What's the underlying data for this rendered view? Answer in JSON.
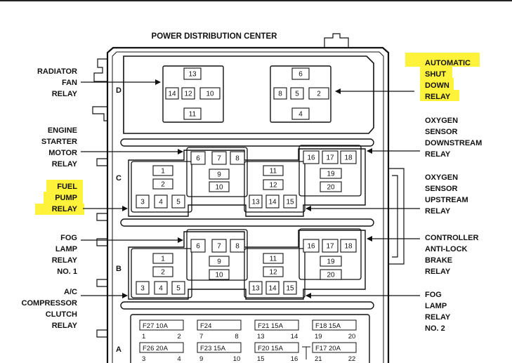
{
  "title": "POWER DISTRIBUTION CENTER",
  "row_letters": {
    "d": "D",
    "c": "C",
    "b": "B",
    "a": "A"
  },
  "labels": {
    "radiator_fan_relay": "RADIATOR\nFAN\nRELAY",
    "engine_starter_motor_relay": "ENGINE\nSTARTER\nMOTOR\nRELAY",
    "fuel_pump_relay": "FUEL\nPUMP\nRELAY",
    "fog_lamp_relay_no1": "FOG\nLAMP\nRELAY\nNO. 1",
    "ac_compressor_clutch_relay": "A/C\nCOMPRESSOR\nCLUTCH\nRELAY",
    "automatic_shut_down_relay": "AUTOMATIC\nSHUT\nDOWN\nRELAY",
    "oxygen_sensor_downstream_relay": "OXYGEN\nSENSOR\nDOWNSTREAM\nRELAY",
    "oxygen_sensor_upstream_relay": "OXYGEN\nSENSOR\nUPSTREAM\nRELAY",
    "controller_anti_lock_brake_relay": "CONTROLLER\nANTI-LOCK\nBRAKE\nRELAY",
    "fog_lamp_relay_no2": "FOG\nLAMP\nRELAY\nNO. 2"
  },
  "highlighted_labels": [
    "fuel_pump_relay",
    "automatic_shut_down_relay"
  ],
  "highlight_color": "#fff23a",
  "terminals": {
    "d_left": [
      "13",
      "14",
      "12",
      "10",
      "11"
    ],
    "d_right": [
      "6",
      "8",
      "5",
      "2",
      "4"
    ],
    "c_top_left": [
      "6",
      "7",
      "8",
      "9",
      "10"
    ],
    "c_top_right": [
      "16",
      "17",
      "18",
      "19",
      "20"
    ],
    "c_bottom_left": [
      "1",
      "2",
      "3",
      "4",
      "5"
    ],
    "c_bottom_right": [
      "11",
      "12",
      "13",
      "14",
      "15"
    ],
    "b_top_left": [
      "6",
      "7",
      "8",
      "9",
      "10"
    ],
    "b_top_right": [
      "16",
      "17",
      "18",
      "19",
      "20"
    ],
    "b_bottom_left": [
      "1",
      "2",
      "3",
      "4",
      "5"
    ],
    "b_bottom_right": [
      "11",
      "12",
      "13",
      "14",
      "15"
    ]
  },
  "fuses": [
    {
      "label": "F27 10A",
      "pins": [
        "1",
        "2"
      ]
    },
    {
      "label": "F24",
      "pins": [
        "7",
        "8"
      ]
    },
    {
      "label": "F21 15A",
      "pins": [
        "13",
        "14"
      ]
    },
    {
      "label": "F18 15A",
      "pins": [
        "19",
        "20"
      ]
    },
    {
      "label": "F26 20A",
      "pins": [
        "3",
        "4"
      ]
    },
    {
      "label": "F23 15A",
      "pins": [
        "9",
        "10"
      ]
    },
    {
      "label": "F20 15A",
      "pins": [
        "15",
        "16"
      ]
    },
    {
      "label": "F17 20A",
      "pins": [
        "21",
        "22"
      ]
    }
  ]
}
